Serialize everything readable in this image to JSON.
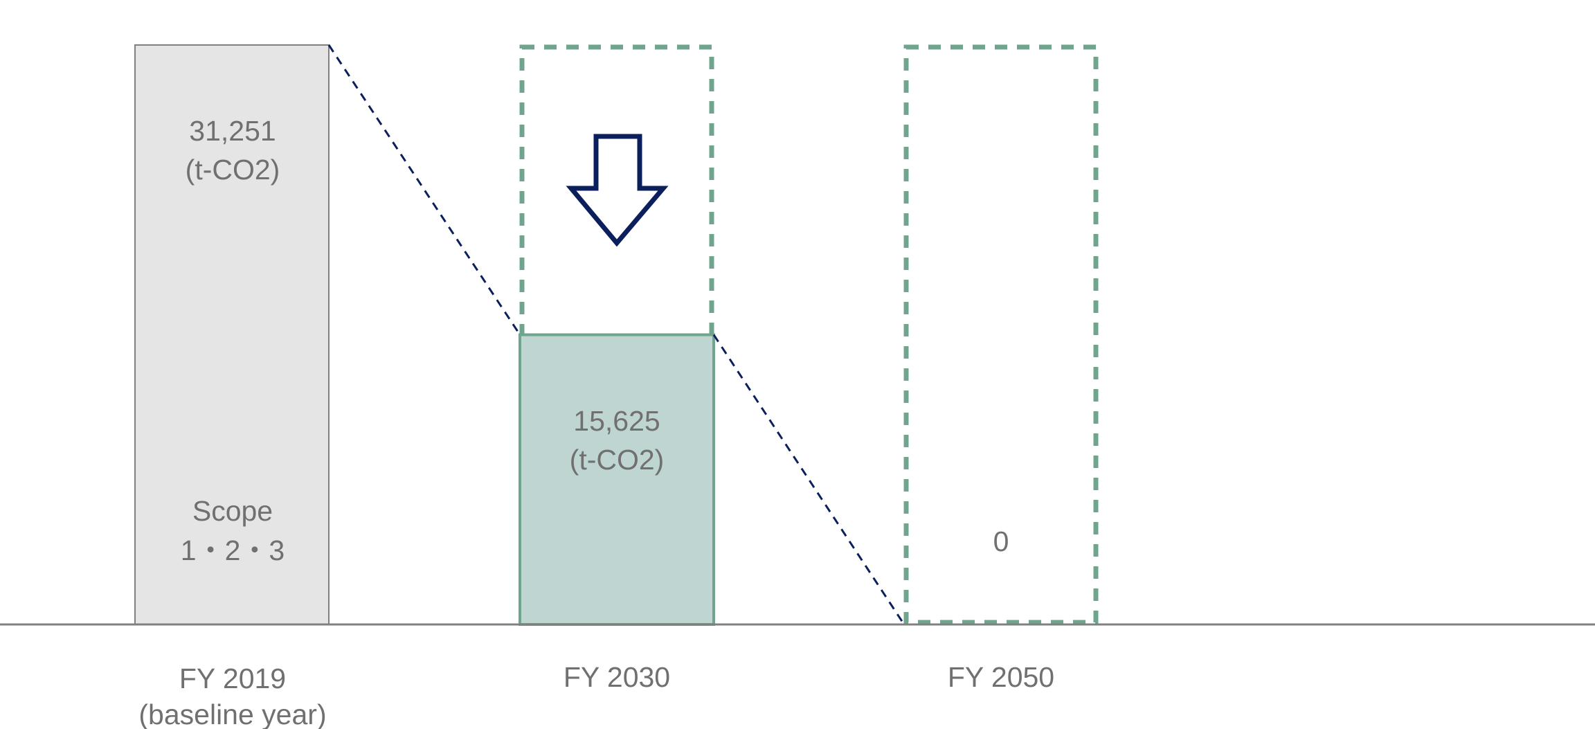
{
  "chart_data": {
    "type": "bar",
    "title": "",
    "xlabel": "",
    "ylabel": "",
    "ylim": [
      0,
      31251
    ],
    "unit": "(t-CO2)",
    "categories": [
      "FY 2019",
      "FY 2030",
      "FY 2050"
    ],
    "category_sublabels": [
      "(baseline year)",
      "",
      ""
    ],
    "values": [
      31251,
      15625,
      0
    ],
    "value_labels": [
      "31,251",
      "15,625",
      "0"
    ],
    "scope_label": [
      "Scope",
      "1・2・3"
    ],
    "bar_kinds": [
      "baseline",
      "target",
      "target"
    ],
    "colors": {
      "baseline_fill": "#e5e5e5",
      "baseline_stroke": "#808080",
      "target_fill": "#bfd5d2",
      "target_stroke": "#6fa58c",
      "dashed_box": "#6fa58c",
      "trend_line": "#0b1f5c",
      "arrow": "#0b1f5c",
      "text": "#707070",
      "axis": "#808080"
    },
    "grid": false,
    "legend": "none"
  }
}
